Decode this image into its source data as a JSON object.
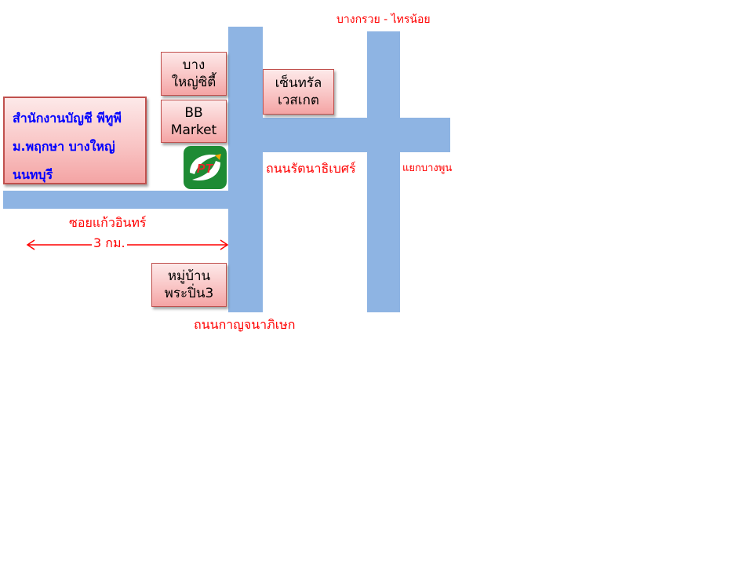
{
  "roads": {
    "kanchanaphisek": "ถนนกาญจนาภิเษก",
    "rattanathibet": "ถนนรัตนาธิเบศร์",
    "soi_kaew_in": "ซอยแก้วอินทร์",
    "bang_kruai_sai_noi": "บางกรวย - ไทรน้อย",
    "yaek_bang_phun": "แยกบางพูน"
  },
  "distance_label": "3 กม.",
  "landmarks": {
    "bang_yai_city": [
      "บาง",
      "ใหญ่ซิตี้"
    ],
    "bb_market": [
      "BB",
      "Market"
    ],
    "central_westgate": [
      "เซ็นทรัล",
      "เวสเกต"
    ],
    "phra_pin_village": [
      "หมู่บ้าน",
      "พระปิ่น3"
    ],
    "pt_logo_text": "PT"
  },
  "office": {
    "lines": [
      "สำนักงานบัญชี พีทูพี",
      "ม.พฤกษา บางใหญ่",
      "นนทบุรี"
    ]
  },
  "colors": {
    "road": "#8eb4e3",
    "label_red": "#ff0000",
    "office_text": "#0000ff",
    "box_border": "#c0504d",
    "pt_green": "#1e8b34"
  }
}
